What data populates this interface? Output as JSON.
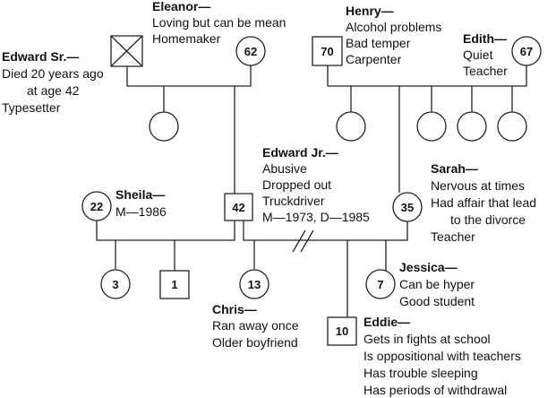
{
  "edward_sr": {
    "name": "Edward Sr.—",
    "notes": [
      "Died 20 years ago",
      "at age 42",
      "Typesetter"
    ]
  },
  "eleanor": {
    "name": "Eleanor—",
    "notes": [
      "Loving but can be mean",
      "Homemaker"
    ],
    "age": "62"
  },
  "henry": {
    "name": "Henry—",
    "notes": [
      "Alcohol problems",
      "Bad temper",
      "Carpenter"
    ],
    "age": "70"
  },
  "edith": {
    "name": "Edith—",
    "notes": [
      "Quiet",
      "Teacher"
    ],
    "age": "67"
  },
  "edward_jr": {
    "name": "Edward Jr.—",
    "notes": [
      "Abusive",
      "Dropped out",
      "Truckdriver",
      "M—1973, D—1985"
    ],
    "age": "42"
  },
  "sheila": {
    "name": "Sheila—",
    "notes": [
      "M—1986"
    ],
    "age": "22"
  },
  "sarah": {
    "name": "Sarah—",
    "notes": [
      "Nervous at times",
      "Had affair that lead",
      "to the divorce",
      "Teacher"
    ],
    "age": "35"
  },
  "child_3": {
    "age": "3"
  },
  "child_1": {
    "age": "1"
  },
  "chris": {
    "name": "Chris—",
    "notes": [
      "Ran away once",
      "Older boyfriend"
    ],
    "age": "13"
  },
  "jessica": {
    "name": "Jessica—",
    "notes": [
      "Can be hyper",
      "Good student"
    ],
    "age": "7"
  },
  "eddie": {
    "name": "Eddie—",
    "notes": [
      "Gets in fights at school",
      "Is oppositional with teachers",
      "Has trouble sleeping",
      "Has periods of withdrawal"
    ],
    "age": "10"
  }
}
